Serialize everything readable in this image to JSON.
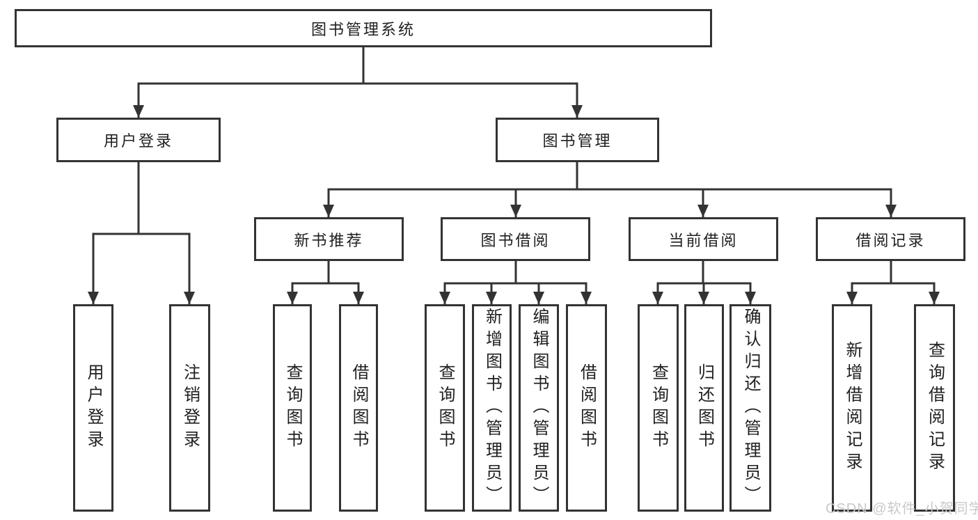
{
  "diagram": {
    "root": {
      "label": "图书管理系统"
    },
    "level2": [
      {
        "label": "用户登录"
      },
      {
        "label": "图书管理"
      }
    ],
    "level3": [
      {
        "label": "新书推荐"
      },
      {
        "label": "图书借阅"
      },
      {
        "label": "当前借阅"
      },
      {
        "label": "借阅记录"
      }
    ],
    "leaves": {
      "user_login": [
        {
          "label": "用户登录"
        },
        {
          "label": "注销登录"
        }
      ],
      "new_book": [
        {
          "label": "查询图书"
        },
        {
          "label": "借阅图书"
        }
      ],
      "book_borrow": [
        {
          "label": "查询图书"
        },
        {
          "label": "新增图书（管理员）"
        },
        {
          "label": "编辑图书（管理员）"
        },
        {
          "label": "借阅图书"
        }
      ],
      "current_borrow": [
        {
          "label": "查询图书"
        },
        {
          "label": "归还图书"
        },
        {
          "label": "确认归还（管理员）"
        }
      ],
      "borrow_record": [
        {
          "label": "新增借阅记录"
        },
        {
          "label": "查询借阅记录"
        }
      ]
    }
  },
  "watermark": {
    "text": "CSDN @软件_小贺同学",
    "color": "#c9c9c9"
  },
  "colors": {
    "line": "#333333",
    "border": "#333333",
    "background": "#ffffff",
    "text": "#1f1f1f"
  }
}
